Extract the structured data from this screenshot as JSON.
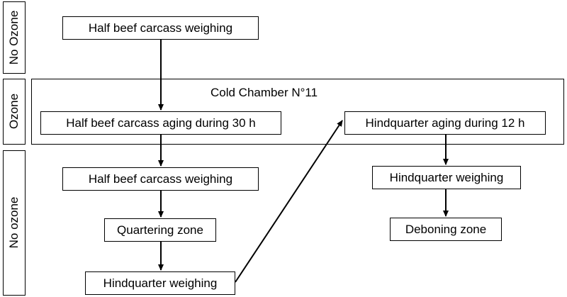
{
  "zones": {
    "top": "No Ozone",
    "middle": "Ozone",
    "bottom": "No ozone"
  },
  "chamber_label": "Cold Chamber N°11",
  "steps": {
    "half_weigh_1": "Half beef carcass weighing",
    "half_aging": "Half beef carcass aging during 30 h",
    "half_weigh_2": "Half beef carcass weighing",
    "quartering": "Quartering zone",
    "hind_weigh_1": "Hindquarter weighing",
    "hind_aging": "Hindquarter aging during 12 h",
    "hind_weigh_2": "Hindquarter weighing",
    "deboning": "Deboning zone"
  }
}
